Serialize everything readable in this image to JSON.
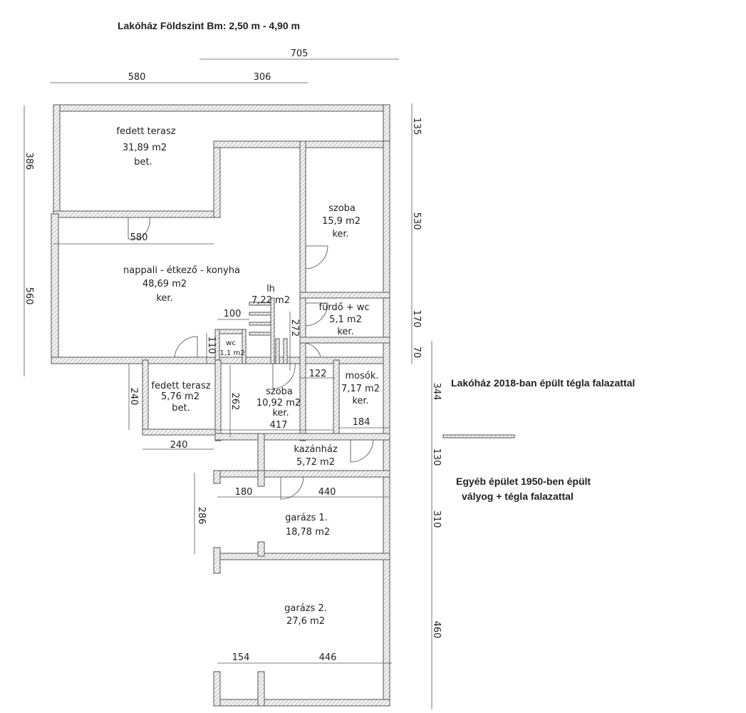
{
  "title": "Lakóház Földszint Bm: 2,50 m - 4,90 m",
  "rooms": {
    "terrace_big": {
      "name": "fedett terasz",
      "area": "31,89 m2",
      "floor": "bet."
    },
    "room_1": {
      "name": "szoba",
      "area": "15,9 m2",
      "floor": "ker."
    },
    "living": {
      "name": "nappali - étkező - konyha",
      "area": "48,69 m2",
      "floor": "ker."
    },
    "hall": {
      "name": "lh",
      "area": "7,22 m2"
    },
    "bath": {
      "name": "fürdő + wc",
      "area": "5,1 m2",
      "floor": "ker."
    },
    "wc": {
      "name": "wc",
      "area": "1,1 m2"
    },
    "terrace_small": {
      "name": "fedett terasz",
      "area": "5,76 m2",
      "floor": "bet."
    },
    "room_2": {
      "name": "szoba",
      "area": "10,92 m2",
      "floor": "ker."
    },
    "laundry": {
      "name": "mosók.",
      "area": "7,17 m2",
      "floor": "ker."
    },
    "boiler": {
      "name": "kazánház",
      "area": "5,72 m2"
    },
    "garage_1": {
      "name": "garázs 1.",
      "area": "18,78 m2"
    },
    "garage_2": {
      "name": "garázs 2.",
      "area": "27,6 m2"
    }
  },
  "dimensions": {
    "top_705": "705",
    "top_580": "580",
    "top_306": "306",
    "living_580": "580",
    "d100": "100",
    "d122": "122",
    "d417": "417",
    "d184": "184",
    "d240h": "240",
    "d180": "180",
    "d440": "440",
    "d154": "154",
    "d446": "446",
    "left_386": "386",
    "left_560": "560",
    "d240v": "240",
    "d262": "262",
    "d110": "110",
    "d272": "272",
    "d286": "286",
    "right_135": "135",
    "right_530": "530",
    "right_170": "170",
    "right_70": "70",
    "right_344": "344",
    "right_130": "130",
    "right_310": "310",
    "right_460": "460"
  },
  "legend": {
    "new_building": "Lakóház 2018-ban épült tégla falazattal",
    "old_building_1": "Egyéb épület 1950-ben épült",
    "old_building_2": "vályog + tégla falazattal"
  }
}
